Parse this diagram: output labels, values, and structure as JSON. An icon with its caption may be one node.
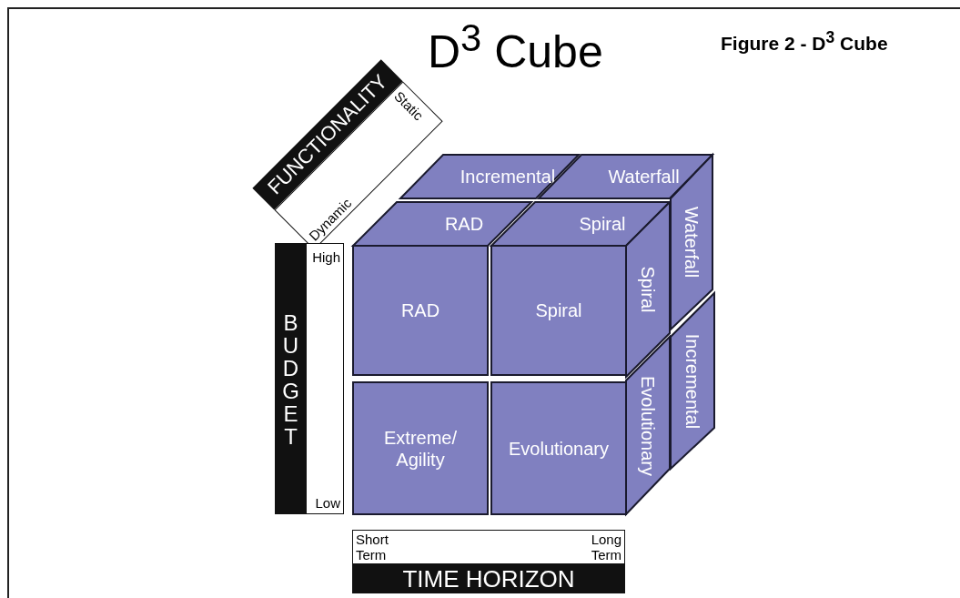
{
  "diagram": {
    "title": "D$^{3}$ Cube",
    "caption": "Figure 2 - D$^{3}$ Cube",
    "nodes": [
      {
        "text": [
          "FUNCTIONALITY",
          "Static",
          "Dynamic"
        ]
      },
      {
        "text": [
          "Incremental"
        ]
      },
      {
        "text": [
          "Waterfall"
        ]
      },
      {
        "text": [
          "RAD"
        ]
      },
      {
        "text": [
          "Spiral"
        ]
      },
      {
        "text": [
          "Waterfall"
        ]
      },
      {
        "text": [
          "BUDGET",
          "High",
          "Low"
        ]
      },
      {
        "text": [
          "Spiral"
        ]
      },
      {
        "text": [
          "RAD"
        ]
      },
      {
        "text": [
          "Spiral"
        ]
      },
      {
        "text": [
          "Incremental"
        ]
      },
      {
        "text": [
          "Evolutionary"
        ]
      },
      {
        "text": [
          "Extreme/ Agility"
        ]
      },
      {
        "text": [
          "Evolutionary"
        ]
      },
      {
        "text": [
          "Short Term",
          "Long Term",
          "TIME HORIZON"
        ]
      }
    ],
    "edges": []
  }
}
